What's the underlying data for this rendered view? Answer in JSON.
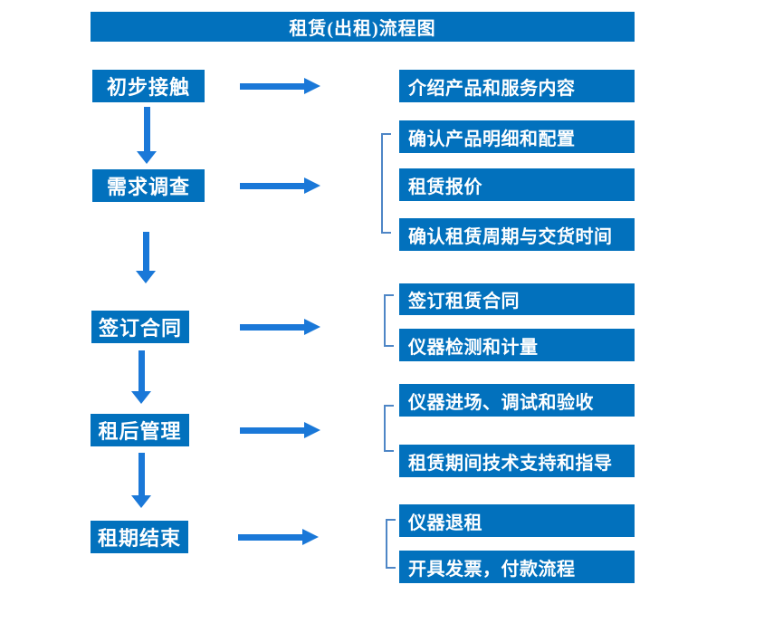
{
  "title": "租赁(出租)流程图",
  "colors": {
    "box_blue": "#0271BD",
    "arrow_blue": "#1A78D8",
    "bracket_blue": "#4E86C6",
    "text_white": "#FFFFFF",
    "background": "#FFFFFF"
  },
  "stages": [
    {
      "label": "初步接触",
      "outputs": [
        "介绍产品和服务内容"
      ]
    },
    {
      "label": "需求调查",
      "outputs": [
        "确认产品明细和配置",
        "租赁报价",
        "确认租赁周期与交货时间"
      ]
    },
    {
      "label": "签订合同",
      "outputs": [
        "签订租赁合同",
        "仪器检测和计量"
      ]
    },
    {
      "label": "租后管理",
      "outputs": [
        "仪器进场、调试和验收",
        "租赁期间技术支持和指导"
      ]
    },
    {
      "label": "租期结束",
      "outputs": [
        "仪器退租",
        "开具发票，付款流程"
      ]
    }
  ]
}
